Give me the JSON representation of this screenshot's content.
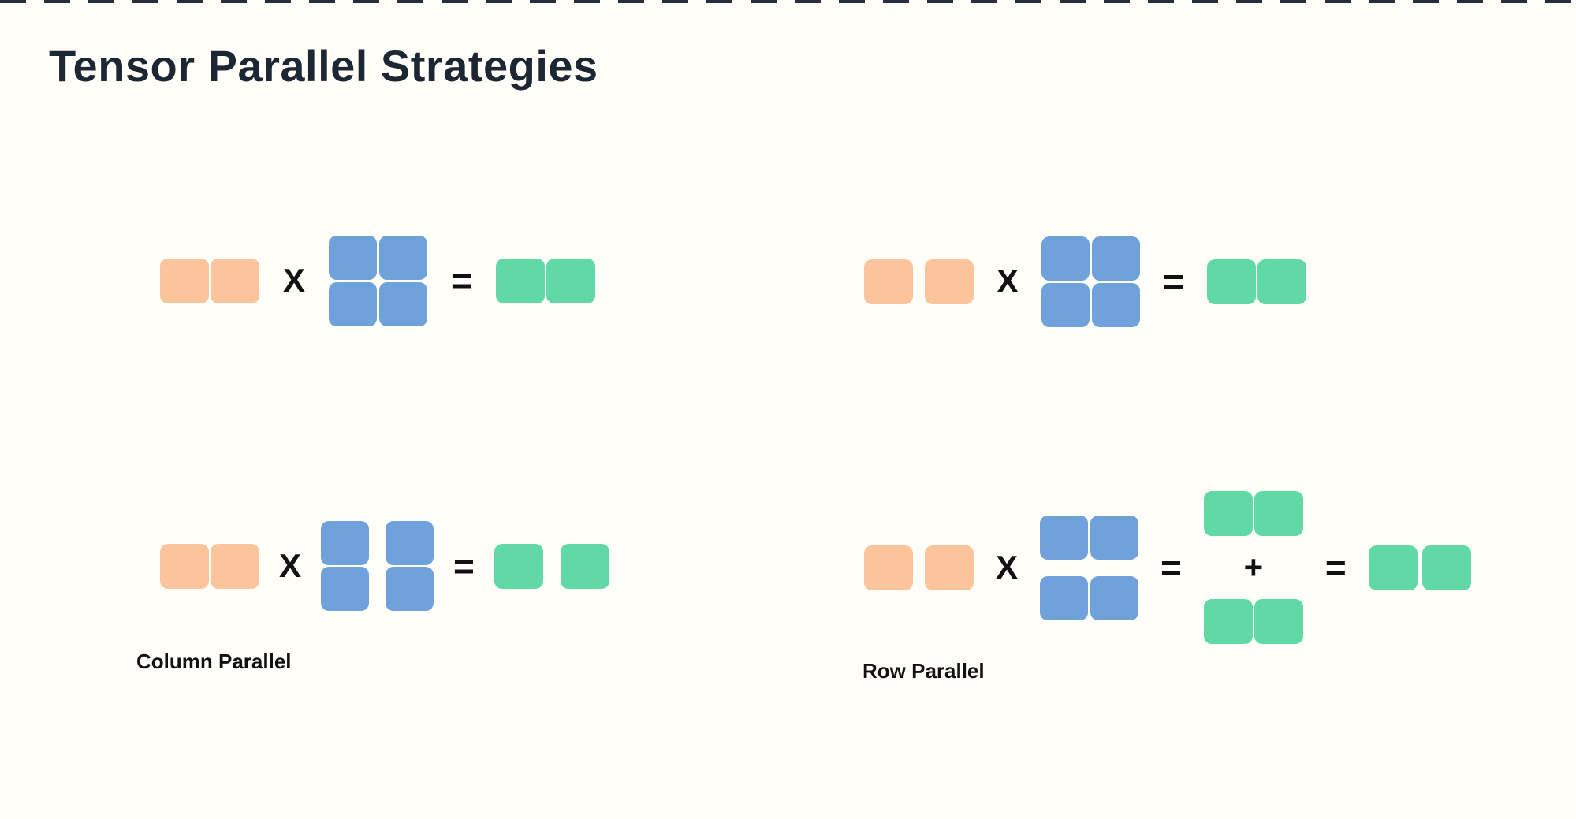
{
  "title": "Tensor Parallel Strategies",
  "operators": {
    "multiply": "X",
    "equals": "=",
    "plus": "+"
  },
  "labels": {
    "column_parallel": "Column Parallel",
    "row_parallel": "Row Parallel"
  },
  "colors": {
    "background": "#FFFEF8",
    "top_border": "#25303C",
    "title_text": "#1D2733",
    "label_text": "#111111",
    "operator_text": "#111111",
    "input_block": "#FBC49A",
    "weight_block": "#6FA2DB",
    "output_block": "#60D9A6"
  }
}
